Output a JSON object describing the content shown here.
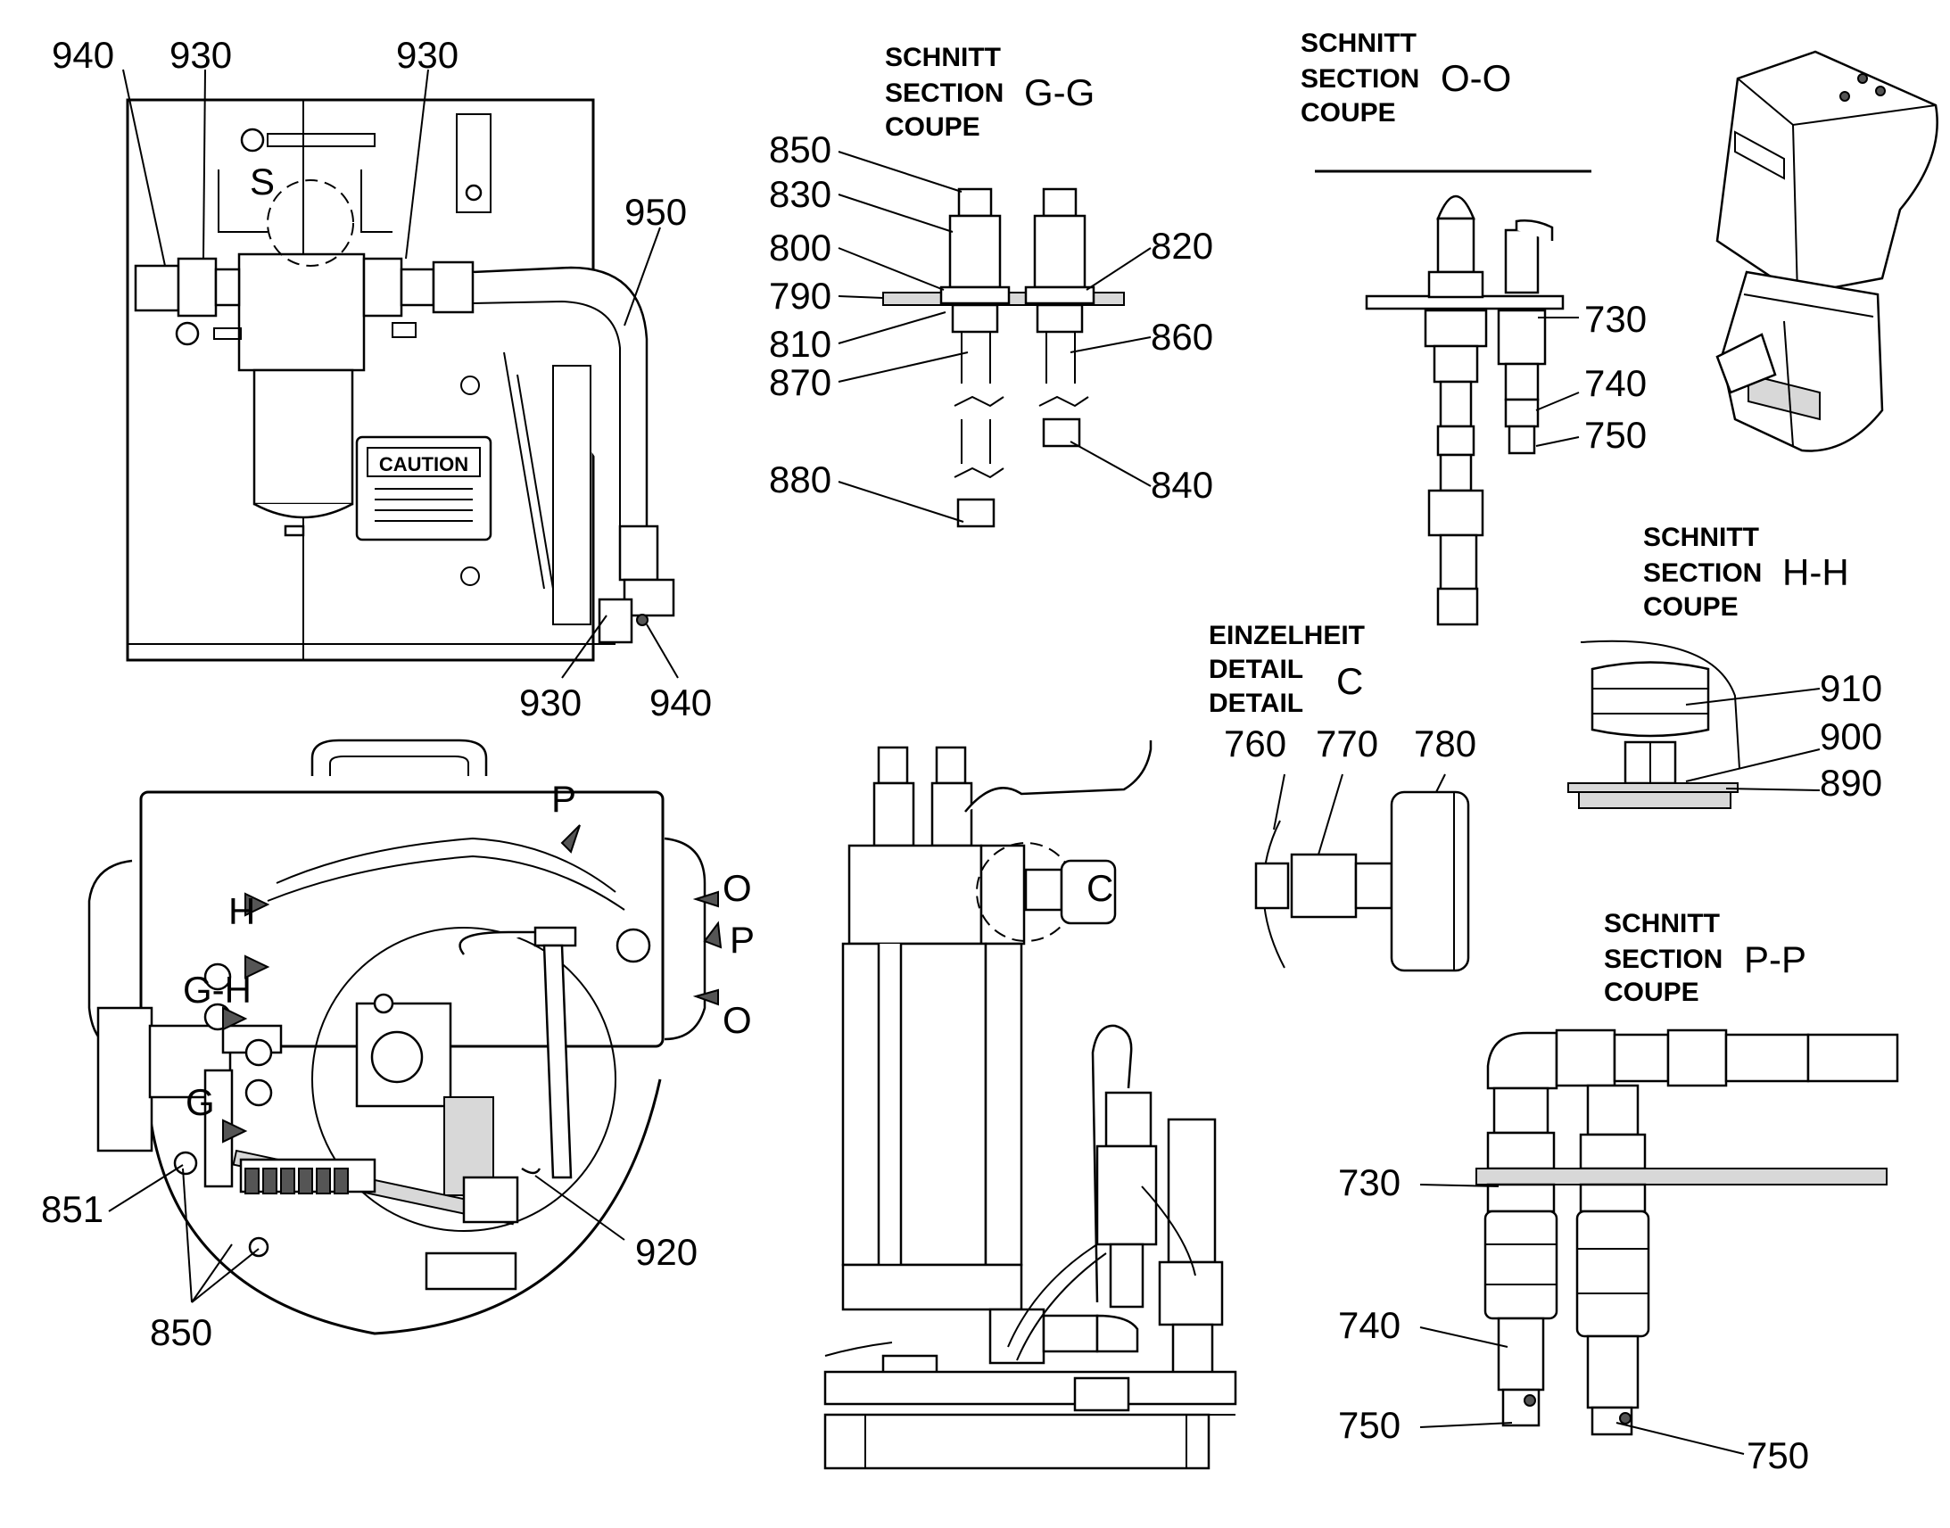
{
  "callouts": {
    "c940_tl": "940",
    "c930_tl": "930",
    "c930_tr": "930",
    "c950": "950",
    "c930_b": "930",
    "c940_b": "940",
    "c850_gg": "850",
    "c830": "830",
    "c800": "800",
    "c820": "820",
    "c790": "790",
    "c810": "810",
    "c860": "860",
    "c870": "870",
    "c880": "880",
    "c840": "840",
    "c730_oo": "730",
    "c740_oo": "740",
    "c750_oo": "750",
    "c760": "760",
    "c770": "770",
    "c780": "780",
    "c910": "910",
    "c900": "900",
    "c890": "890",
    "c730_pp": "730",
    "c740_pp": "740",
    "c750_pp_a": "750",
    "c750_pp_b": "750",
    "c851": "851",
    "c850_bl": "850",
    "c920": "920"
  },
  "markers": {
    "s": "S",
    "c_view": "C",
    "p_top": "P",
    "o_top": "O",
    "p_mid": "P",
    "o_bot": "O",
    "h_top": "H",
    "gh": "G-H",
    "g": "G"
  },
  "sections": {
    "gg": {
      "line1": "SCHNITT",
      "line2": "SECTION",
      "label": "G-G",
      "line3": "COUPE"
    },
    "oo": {
      "line1": "SCHNITT",
      "line2": "SECTION",
      "label": "O-O",
      "line3": "COUPE"
    },
    "hh": {
      "line1": "SCHNITT",
      "line2": "SECTION",
      "label": "H-H",
      "line3": "COUPE"
    },
    "pp": {
      "line1": "SCHNITT",
      "line2": "SECTION",
      "label": "P-P",
      "line3": "COUPE"
    },
    "detail_c": {
      "line1": "EINZELHEIT",
      "line2": "DETAIL",
      "line3": "DETAIL",
      "label": "C"
    }
  },
  "caution_plate": {
    "title": "CAUTION"
  }
}
